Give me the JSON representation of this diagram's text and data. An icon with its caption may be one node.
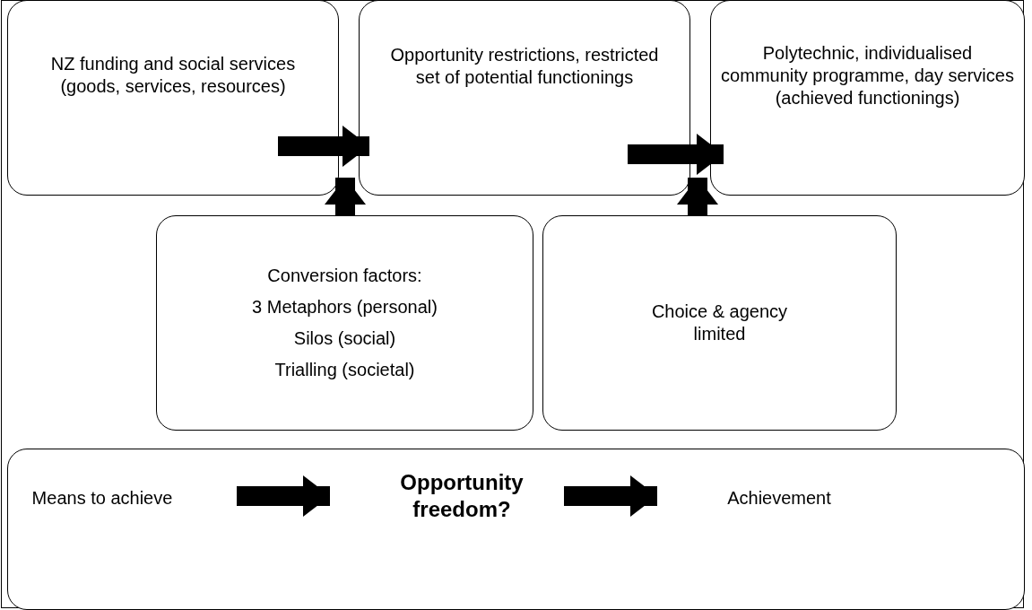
{
  "diagram": {
    "nodes": [
      {
        "text": [
          "NZ funding and social services (goods, services, resources)"
        ]
      },
      {
        "text": [
          "Opportunity restrictions, restricted set of potential functionings"
        ]
      },
      {
        "text": [
          "Polytechnic, individualised community programme, day services (achieved functionings)"
        ]
      },
      {
        "text": [
          "Conversion factors:",
          "3 Metaphors (personal)",
          "Silos (social)",
          "Trialling (societal)"
        ]
      },
      {
        "text": [
          "Choice & agency limited"
        ]
      },
      {
        "text": [],
        "shape": "box"
      },
      {
        "text": [
          "Means to achieve"
        ],
        "in": 5
      },
      {
        "text": [
          "Opportunity freedom?"
        ],
        "in": 5
      },
      {
        "text": [
          "Achievement"
        ],
        "in": 5
      }
    ],
    "edges": [
      {
        "from": 0,
        "to": 1,
        "arrow": "to"
      },
      {
        "from": 1,
        "to": 2,
        "arrow": "to"
      },
      {
        "from": 3,
        "to": 1,
        "arrow": "to"
      },
      {
        "from": 4,
        "to": 2,
        "arrow": "to"
      },
      {
        "from": 6,
        "to": 7,
        "arrow": "to"
      },
      {
        "from": 7,
        "to": 8,
        "arrow": "to"
      }
    ]
  }
}
